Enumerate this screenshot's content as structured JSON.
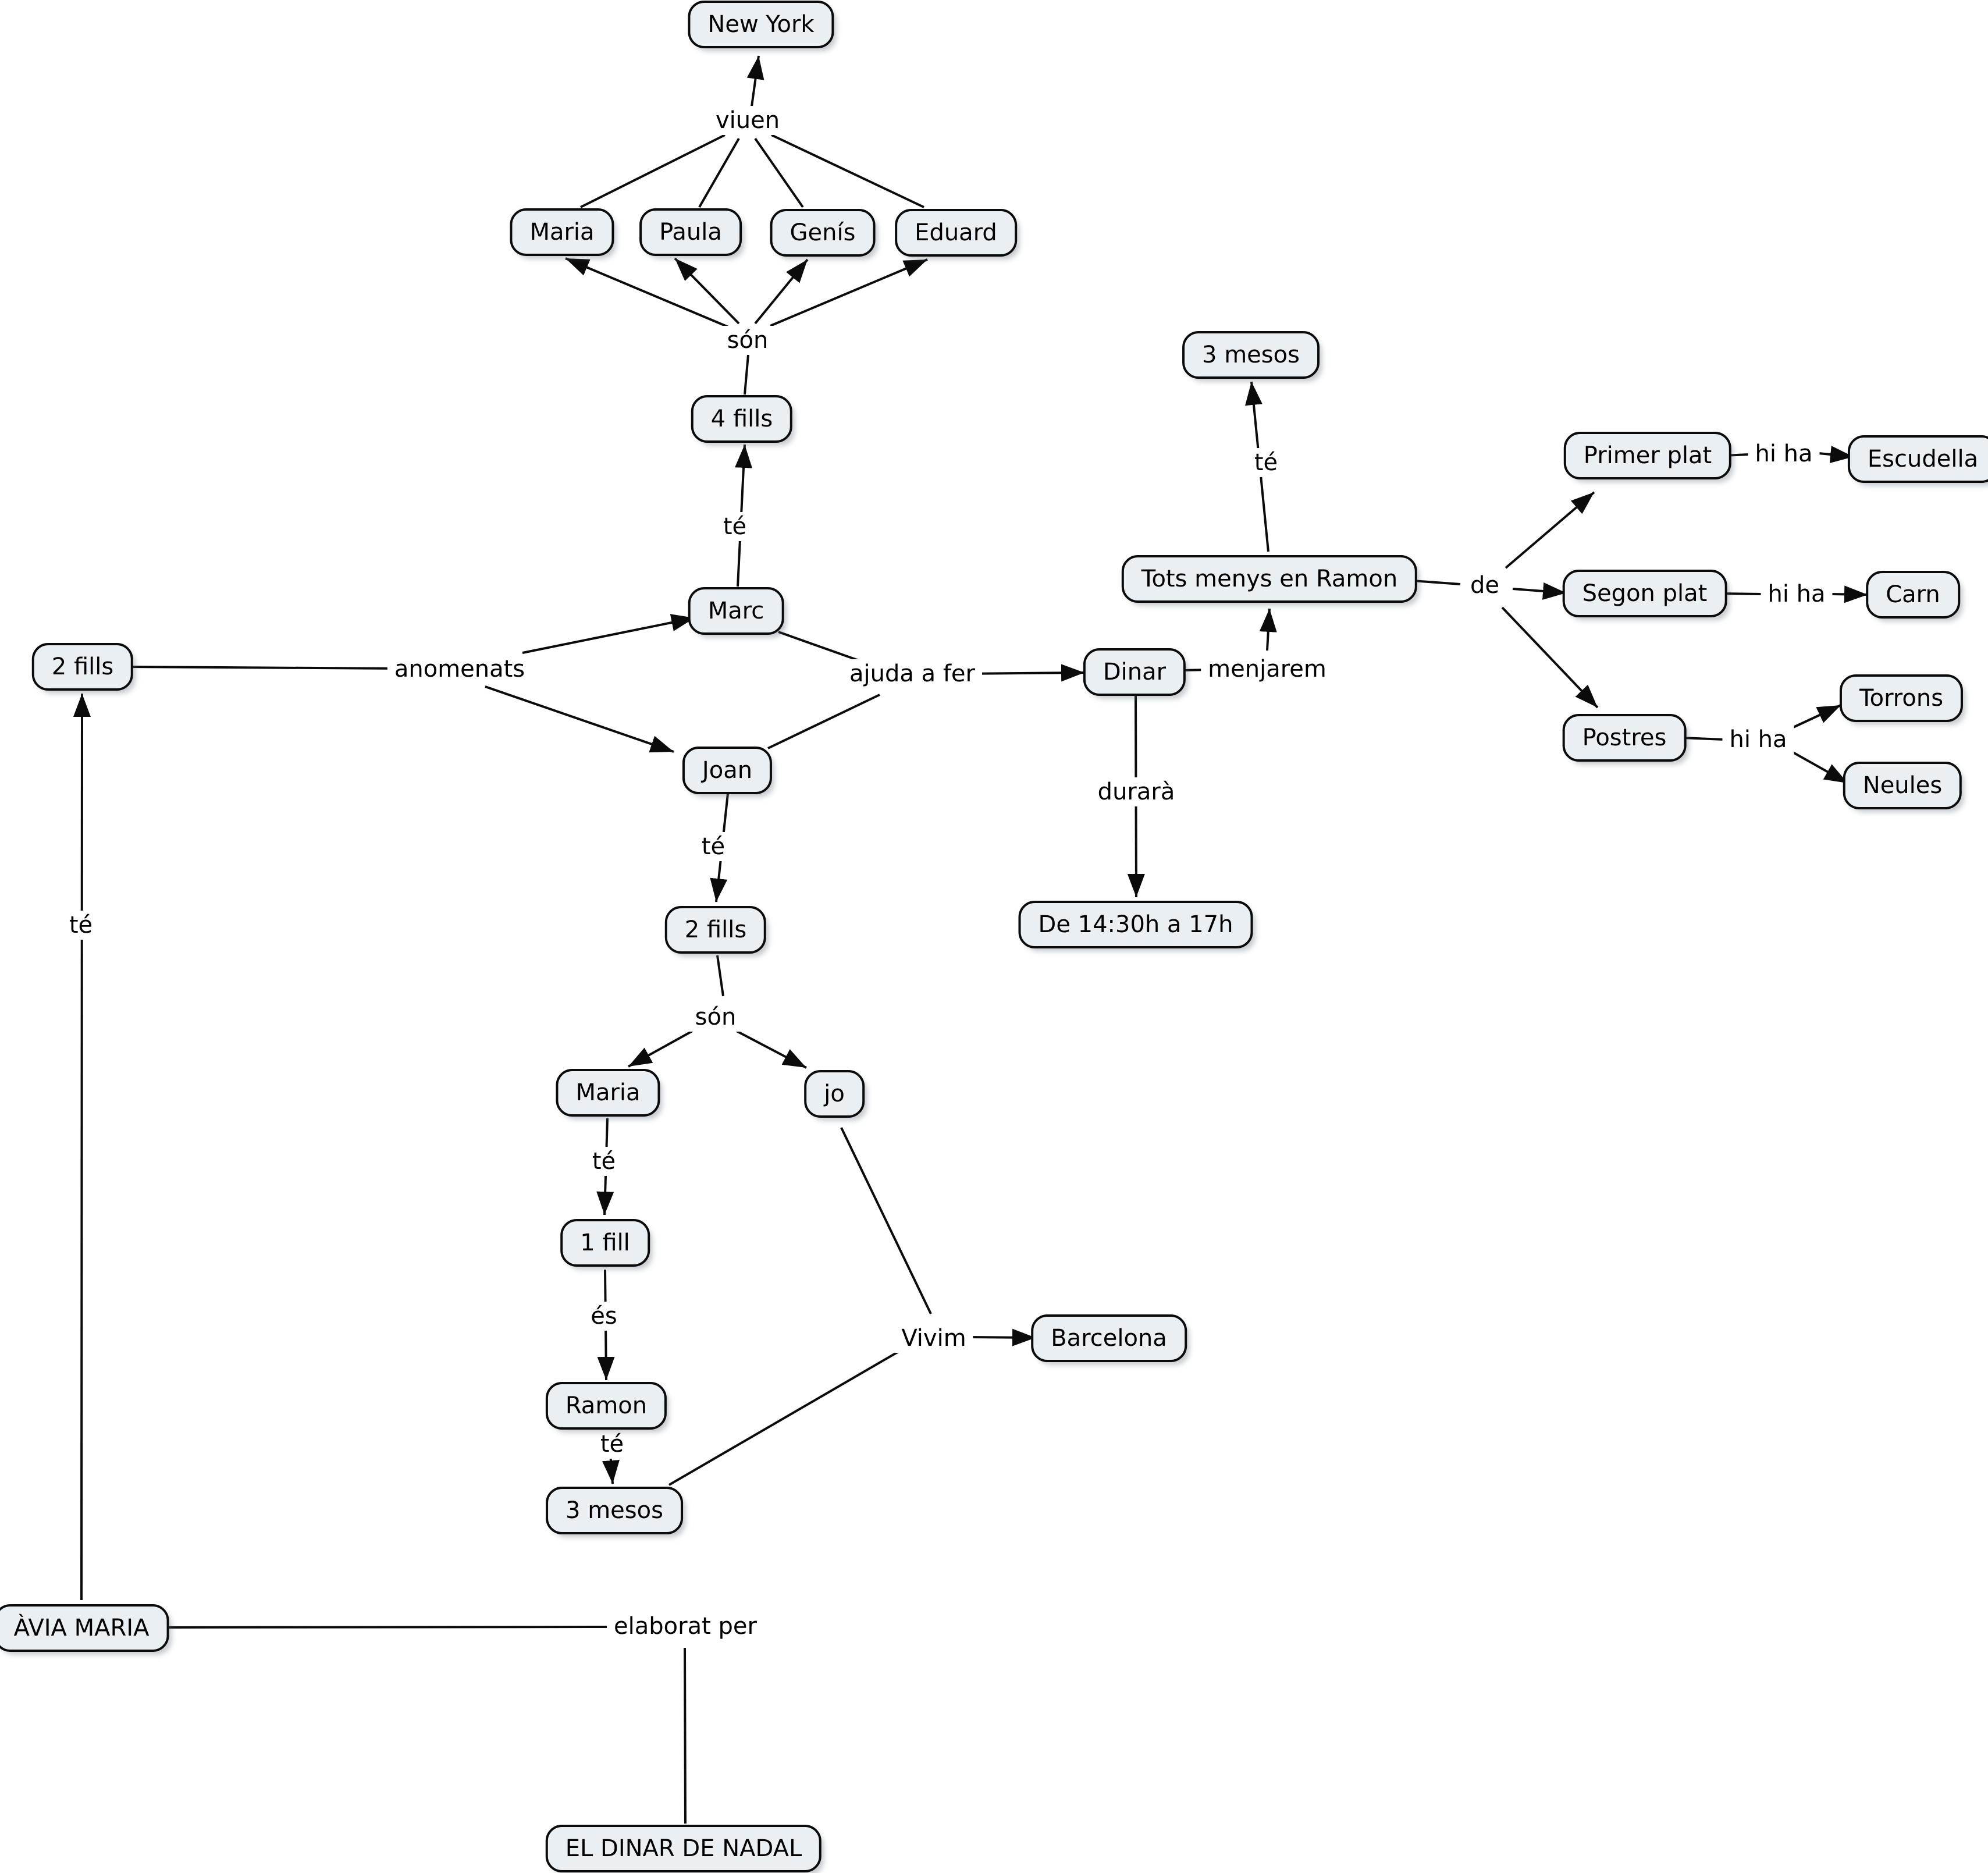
{
  "colors": {
    "background": "#ffffff",
    "node_fill": "#e9eff2",
    "node_border": "#0b0b0b",
    "edge_line": "#0b0b0b"
  },
  "nodes": {
    "new_york": {
      "label": "New York"
    },
    "maria1": {
      "label": "Maria"
    },
    "paula": {
      "label": "Paula"
    },
    "genis": {
      "label": "Genís"
    },
    "eduard": {
      "label": "Eduard"
    },
    "fills4": {
      "label": "4 fills"
    },
    "marc": {
      "label": "Marc"
    },
    "fills2_left": {
      "label": "2 fills"
    },
    "joan": {
      "label": "Joan"
    },
    "dinar": {
      "label": "Dinar"
    },
    "mesos3_top": {
      "label": "3 mesos"
    },
    "tots": {
      "label": "Tots menys en Ramon"
    },
    "primer_plat": {
      "label": "Primer plat"
    },
    "escudella": {
      "label": "Escudella"
    },
    "segon_plat": {
      "label": "Segon plat"
    },
    "carn": {
      "label": "Carn"
    },
    "postres": {
      "label": "Postres"
    },
    "torrons": {
      "label": "Torrons"
    },
    "neules": {
      "label": "Neules"
    },
    "de_1430_17": {
      "label": "De 14:30h a 17h"
    },
    "fills2_mid": {
      "label": "2 fills"
    },
    "maria2": {
      "label": "Maria"
    },
    "jo": {
      "label": "jo"
    },
    "fill1": {
      "label": "1 fill"
    },
    "ramon": {
      "label": "Ramon"
    },
    "mesos3_bot": {
      "label": "3 mesos"
    },
    "barcelona": {
      "label": "Barcelona"
    },
    "avia_maria": {
      "label": "ÀVIA MARIA"
    },
    "el_dinar": {
      "label": "EL DINAR DE NADAL"
    }
  },
  "labels": {
    "viuen": "viuen",
    "son1": "són",
    "te1": "té",
    "anomenats": "anomenats",
    "ajuda": "ajuda a fer",
    "menjarem": "menjarem",
    "te2": "té",
    "de": "de",
    "hiha1": "hi ha",
    "hiha2": "hi ha",
    "hiha3": "hi ha",
    "durara": "durarà",
    "te3": "té",
    "son2": "són",
    "te4": "té",
    "es": "és",
    "te5": "té",
    "vivim": "Vivim",
    "te6": "té",
    "elaborat": "elaborat per"
  }
}
